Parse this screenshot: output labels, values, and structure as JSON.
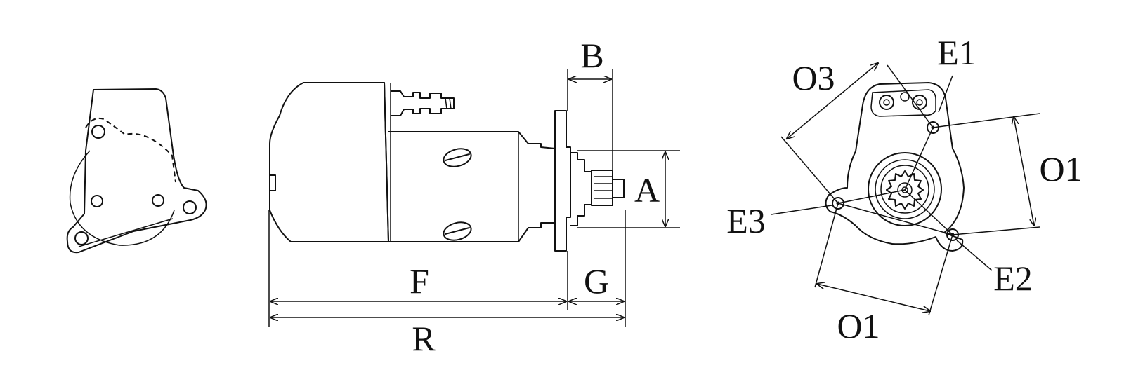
{
  "labels": {
    "A": "A",
    "B": "B",
    "F": "F",
    "G": "G",
    "R": "R",
    "O3": "O3",
    "O1_right": "O1",
    "O1_bottom": "O1",
    "E1": "E1",
    "E2": "E2",
    "E3": "E3"
  }
}
